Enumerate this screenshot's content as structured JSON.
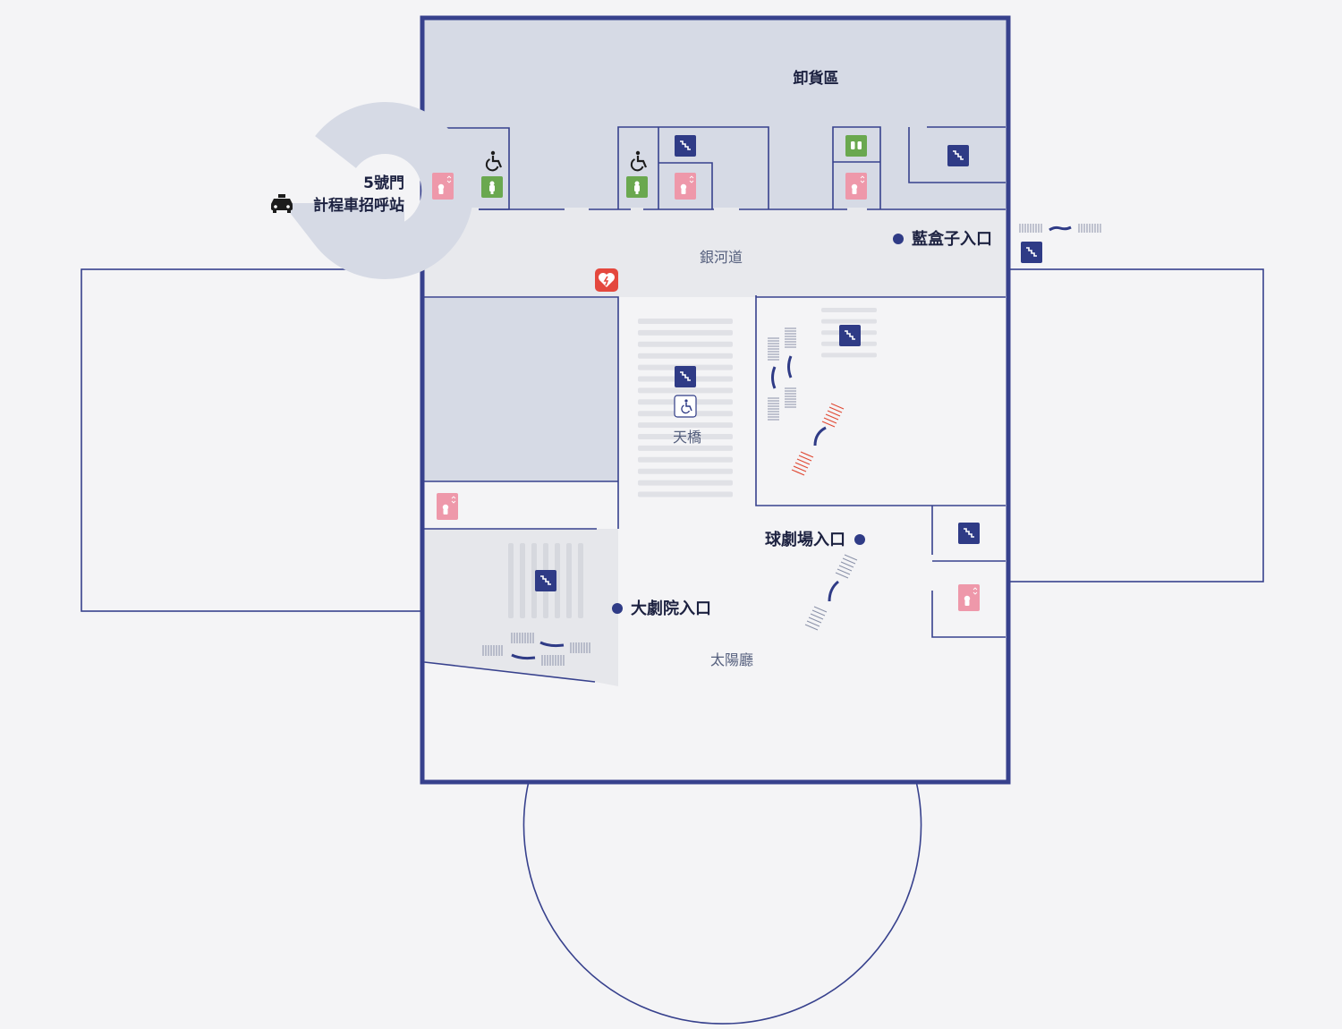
{
  "map": {
    "areas": {
      "loading_zone": "卸貨區",
      "galaxy_way": "銀河道",
      "sky_bridge": "天橋",
      "sun_hall": "太陽廳"
    },
    "entrances": {
      "blue_box": "藍盒子入口",
      "arena": "球劇場入口",
      "grand_theater": "大劇院入口"
    },
    "gate": {
      "number": "5號門",
      "taxi_stand": "計程車招呼站"
    },
    "icons": {
      "stairs": "stairs-icon",
      "elevator": "elevator-icon",
      "accessible": "wheelchair-icon",
      "restroom": "restroom-icon",
      "aed": "aed-icon",
      "taxi": "taxi-icon",
      "escalator": "escalator-icon"
    },
    "colors": {
      "wall": "#37418d",
      "stairs": "#2f3b86",
      "elevator": "#ee98aa",
      "restroom": "#6aa84f",
      "aed": "#e4483e",
      "escalator_red": "#e04a35",
      "zone_fill": "#d6dae5",
      "corridor_fill": "#e8e9ed",
      "background": "#f4f4f6"
    }
  }
}
